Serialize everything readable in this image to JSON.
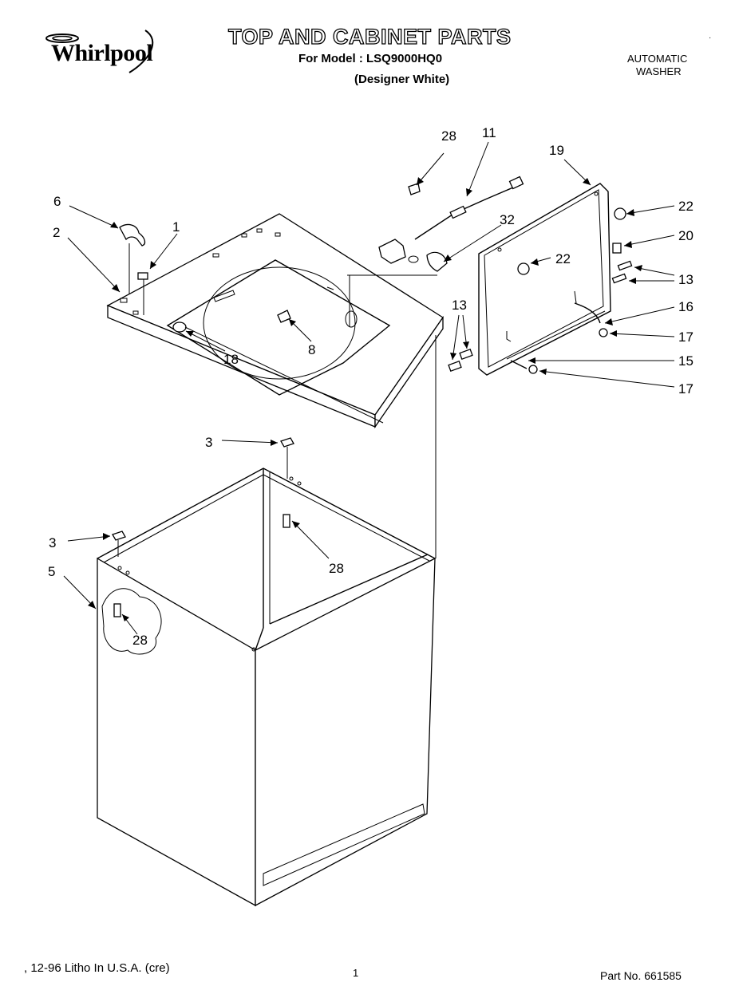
{
  "header": {
    "brand": "Whirlpool",
    "title": "TOP AND CABINET PARTS",
    "model": "For Model : LSQ9000HQ0",
    "variant": "(Designer White)",
    "product_line1": "AUTOMATIC",
    "product_line2": "WASHER"
  },
  "callouts": [
    {
      "id": "c6",
      "label": "6"
    },
    {
      "id": "c1",
      "label": "1"
    },
    {
      "id": "c2",
      "label": "2"
    },
    {
      "id": "c28a",
      "label": "28"
    },
    {
      "id": "c11",
      "label": "11"
    },
    {
      "id": "c19",
      "label": "19"
    },
    {
      "id": "c22a",
      "label": "22"
    },
    {
      "id": "c32",
      "label": "32"
    },
    {
      "id": "c20",
      "label": "20"
    },
    {
      "id": "c22b",
      "label": "22"
    },
    {
      "id": "c13a",
      "label": "13"
    },
    {
      "id": "c13b",
      "label": "13"
    },
    {
      "id": "c16",
      "label": "16"
    },
    {
      "id": "c17a",
      "label": "17"
    },
    {
      "id": "c8",
      "label": "8"
    },
    {
      "id": "c18",
      "label": "18"
    },
    {
      "id": "c15",
      "label": "15"
    },
    {
      "id": "c17b",
      "label": "17"
    },
    {
      "id": "c3a",
      "label": "3"
    },
    {
      "id": "c3b",
      "label": "3"
    },
    {
      "id": "c5",
      "label": "5"
    },
    {
      "id": "c28b",
      "label": "28"
    },
    {
      "id": "c28c",
      "label": "28"
    }
  ],
  "footer": {
    "litho": ", 12-96 Litho In U.S.A. (cre)",
    "page": "1",
    "part_no": "Part No. 661585"
  }
}
